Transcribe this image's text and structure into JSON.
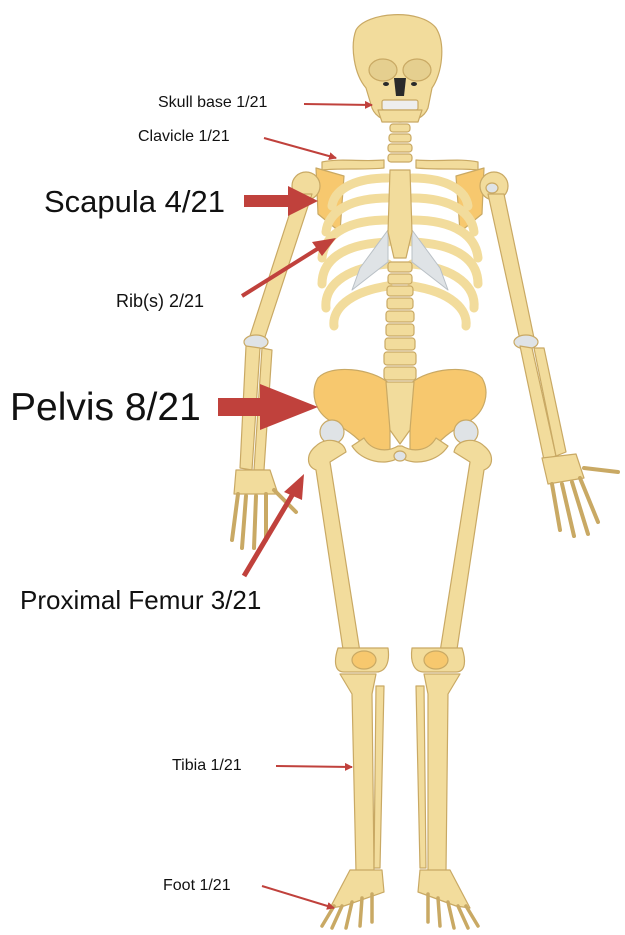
{
  "labels": {
    "skull_base": "Skull base 1/21",
    "clavicle": "Clavicle 1/21",
    "scapula": "Scapula 4/21",
    "ribs": "Rib(s) 2/21",
    "pelvis": "Pelvis 8/21",
    "proximal_femur": "Proximal Femur 3/21",
    "tibia": "Tibia 1/21",
    "foot": "Foot 1/21"
  },
  "colors": {
    "bone": "#f2dc9c",
    "bone_outline": "#c9a964",
    "bone_highlight": "#f7c86e",
    "cartilage": "#dfe3e6",
    "arrow": "#c0413c",
    "text": "#111111"
  }
}
